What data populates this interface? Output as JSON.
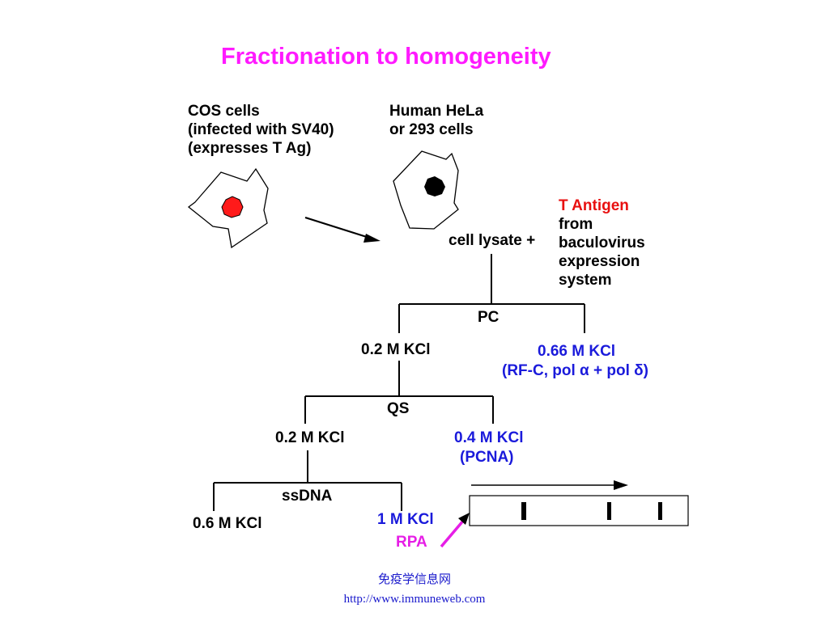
{
  "title": "Fractionation to homogeneity",
  "cos_cells": [
    "COS cells",
    "(infected with SV40)",
    "(expresses T Ag)"
  ],
  "hela_cells": [
    "Human HeLa",
    "or 293 cells"
  ],
  "t_antigen": {
    "name": "T Antigen",
    "source_lines": [
      "from",
      "baculovirus",
      "expression",
      "system"
    ]
  },
  "cell_lysate": "cell lysate +",
  "columns": {
    "pc": {
      "label": "PC",
      "left_fraction": "0.2 M KCl",
      "right_fraction": "0.66 M KCl",
      "right_contents": "(RF-C, pol α + pol δ)"
    },
    "qs": {
      "label": "QS",
      "left_fraction": "0.2 M KCl",
      "right_fraction": "0.4 M KCl",
      "right_contents": "(PCNA)"
    },
    "ssdna": {
      "label": "ssDNA",
      "left_fraction": "0.6 M KCl",
      "right_fraction": "1 M KCl",
      "right_contents": "RPA"
    }
  },
  "footer": {
    "site_name": "免疫学信息网",
    "url": "http://www.immuneweb.com"
  },
  "colors": {
    "title": "#ff1aff",
    "fraction_blue": "#1a1adb",
    "t_antigen_red": "#e81010",
    "nucleus_red": "#ff1a1a",
    "rpa_arrow_magenta": "#e61ee6"
  }
}
